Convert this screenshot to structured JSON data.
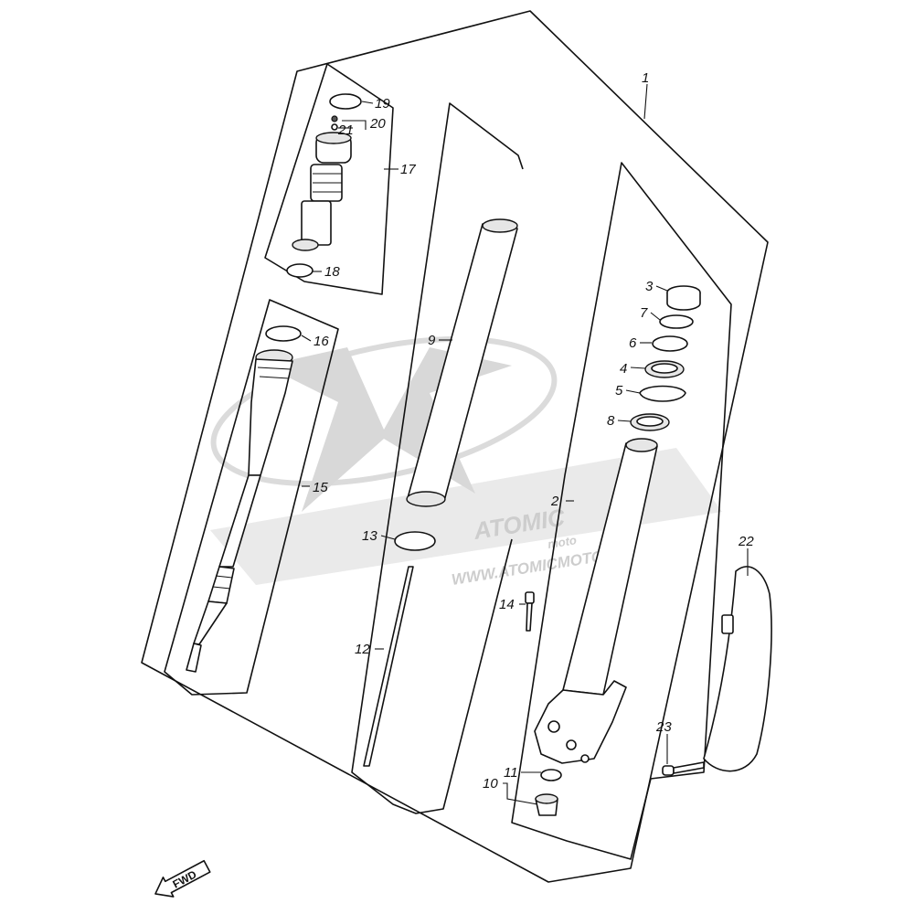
{
  "watermark": {
    "brand": "ATOMIC",
    "sub": "moto",
    "url": "WWW.ATOMICMOTO.FR"
  },
  "direction_badge": "FWD",
  "callouts": {
    "c1": "1",
    "c2": "2",
    "c3": "3",
    "c4": "4",
    "c5": "5",
    "c6": "6",
    "c7": "7",
    "c8": "8",
    "c9": "9",
    "c10": "10",
    "c11": "11",
    "c12": "12",
    "c13": "13",
    "c14": "14",
    "c15": "15",
    "c16": "16",
    "c17": "17",
    "c18": "18",
    "c19": "19",
    "c20": "20",
    "c21": "21",
    "c22": "22",
    "c23": "23"
  }
}
